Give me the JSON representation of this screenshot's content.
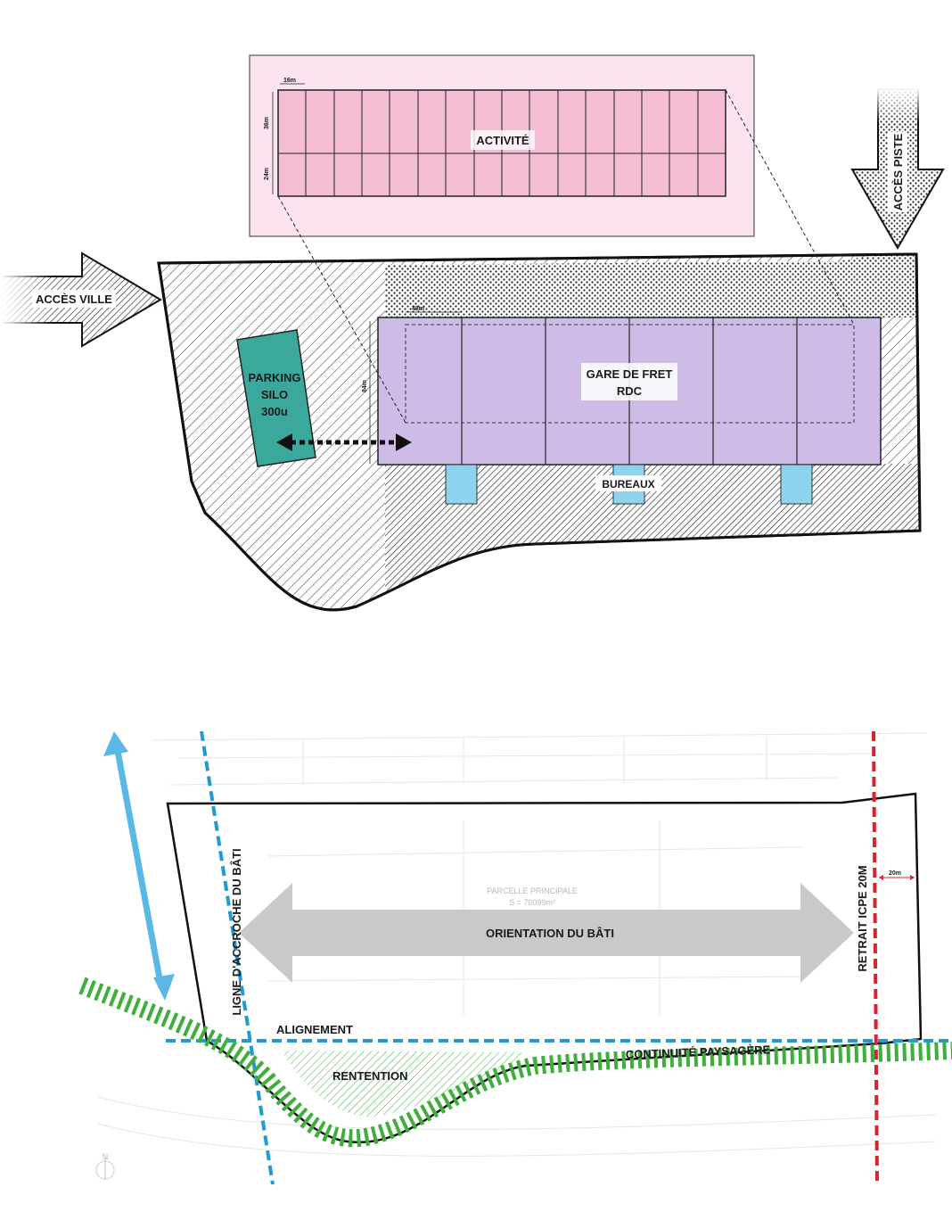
{
  "top_plan": {
    "activite": {
      "label": "ACTIVITÉ",
      "dim_width": "16m",
      "dim_upper": "36m",
      "dim_lower": "24m"
    },
    "acces_ville": "ACCÈS VILLE",
    "acces_piste": "ACCÈS PISTE",
    "parking": {
      "line1": "PARKING",
      "line2": "SILO",
      "line3": "300u"
    },
    "gare": {
      "line1": "GARE DE FRET",
      "line2": "RDC",
      "dim_width": "48m",
      "dim_height": "84m"
    },
    "bureaux": "BUREAUX",
    "colors": {
      "activite_bg": "#fbe3ef",
      "activite_cells": "#f5bcd6",
      "gare": "#cdbde6",
      "parking": "#3aa89a",
      "bureaux": "#8fd4ef"
    }
  },
  "bottom_plan": {
    "parcelle": "PARCELLE PRINCIPALE",
    "surface": "S = 70099m²",
    "orientation": "ORIENTATION DU BÂTI",
    "ligne_accroche": "LIGNE D'ACCROCHE DU BÂTI",
    "retrait": "RETRAIT ICPE 20M",
    "retrait_dim": "20m",
    "alignement": "ALIGNEMENT",
    "continuite": "CONTINUITÉ PAYSAGÈRE",
    "retention": "RENTENTION",
    "north": "N",
    "colors": {
      "blue_line": "#1e9ad6",
      "red_line": "#d62231",
      "green": "#3fae3a",
      "arrow_grey": "#c9c9c9",
      "blue_arrow": "#5ab8e6"
    }
  }
}
